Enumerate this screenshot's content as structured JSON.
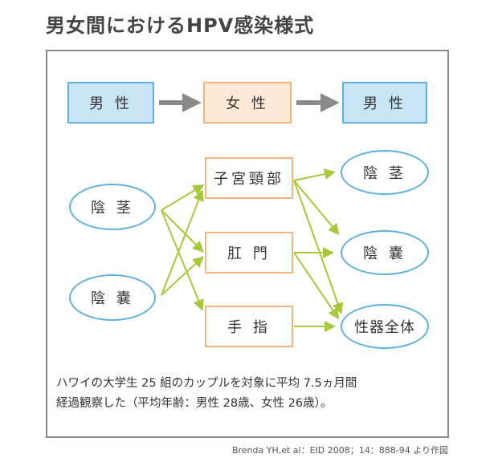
{
  "title": "男女間におけるHPV感染様式",
  "row_top": {
    "left": "男 性",
    "middle": "女 性",
    "right": "男 性"
  },
  "male_sources": [
    "陰 茎",
    "陰 嚢"
  ],
  "female_sites": [
    "子宮頸部",
    "肛 門",
    "手 指"
  ],
  "male_targets": [
    "陰 茎",
    "陰 嚢",
    "性器全体"
  ],
  "caption": {
    "line1": "ハワイの大学生 25 組のカップルを対象に平均 7.5ヵ月間",
    "line2": "経過観察した（平均年齢：男性 28歳、女性 26歳）。"
  },
  "source": "Brenda YH,et al：EID 2008；14：888-94 より作図",
  "colors": {
    "male_fill": "#c8e4f5",
    "male_border": "#5fb0de",
    "female_fill": "#fde9d6",
    "female_border": "#f4b47e",
    "gray_arrow": "#8a8a8a",
    "green_arrow": "#a6c83a"
  }
}
